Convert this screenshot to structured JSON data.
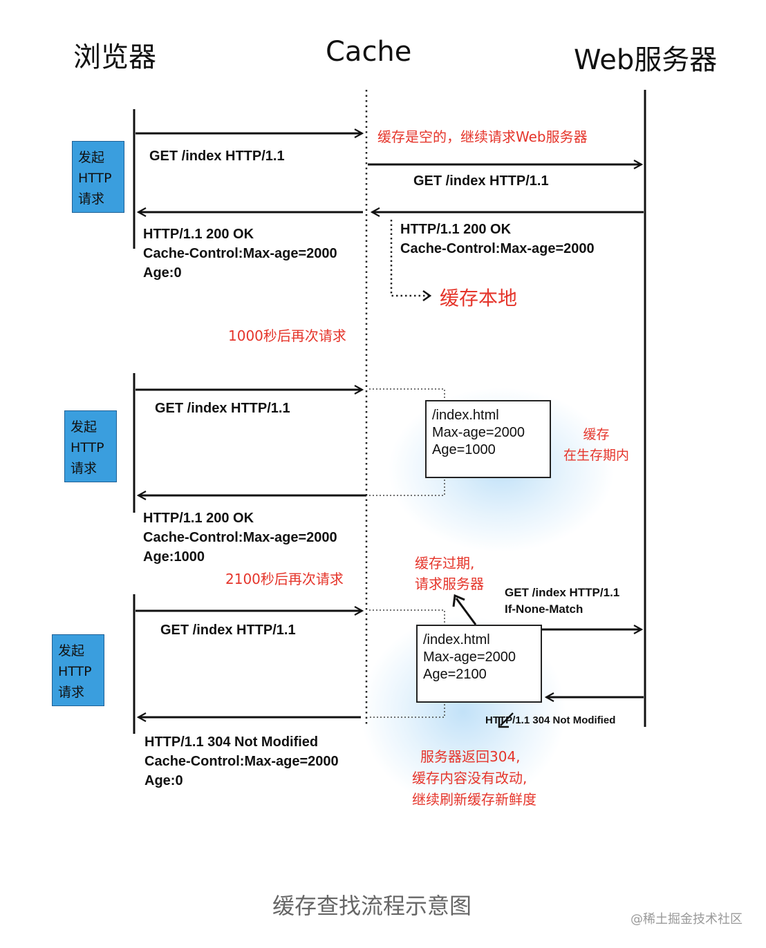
{
  "columns": {
    "browser": "浏览器",
    "cache": "Cache",
    "server": "Web服务器"
  },
  "request_box_label": [
    "发起",
    "HTTP",
    "请求"
  ],
  "scenario1": {
    "request": "GET /index HTTP/1.1",
    "note_empty": "缓存是空的，继续请求Web服务器",
    "forward_request": "GET /index HTTP/1.1",
    "server_response": [
      "HTTP/1.1 200 OK",
      "Cache-Control:Max-age=2000"
    ],
    "cache_local": "缓存本地",
    "browser_response": [
      "HTTP/1.1 200 OK",
      "Cache-Control:Max-age=2000",
      "Age:0"
    ]
  },
  "note_1000": "1000秒后再次请求",
  "scenario2": {
    "request": "GET /index HTTP/1.1",
    "cache_entry": [
      "/index.html",
      "Max-age=2000",
      "Age=1000"
    ],
    "note_valid": [
      "缓存",
      "在生存期内"
    ],
    "browser_response": [
      "HTTP/1.1 200 OK",
      "Cache-Control:Max-age=2000",
      "Age:1000"
    ]
  },
  "note_2100": "2100秒后再次请求",
  "scenario3": {
    "note_expired": [
      "缓存过期,",
      "请求服务器"
    ],
    "forward_request": [
      "GET /index HTTP/1.1",
      "If-None-Match"
    ],
    "request": "GET /index HTTP/1.1",
    "cache_entry": [
      "/index.html",
      "Max-age=2000",
      "Age=2100"
    ],
    "server_response": "HTTP/1.1 304 Not Modified",
    "note_304": [
      "服务器返回304,",
      "缓存内容没有改动,",
      "继续刷新缓存新鲜度"
    ],
    "browser_response": [
      "HTTP/1.1 304 Not Modified",
      "Cache-Control:Max-age=2000",
      "Age:0"
    ]
  },
  "caption": "缓存查找流程示意图",
  "watermark": "@稀土掘金技术社区"
}
